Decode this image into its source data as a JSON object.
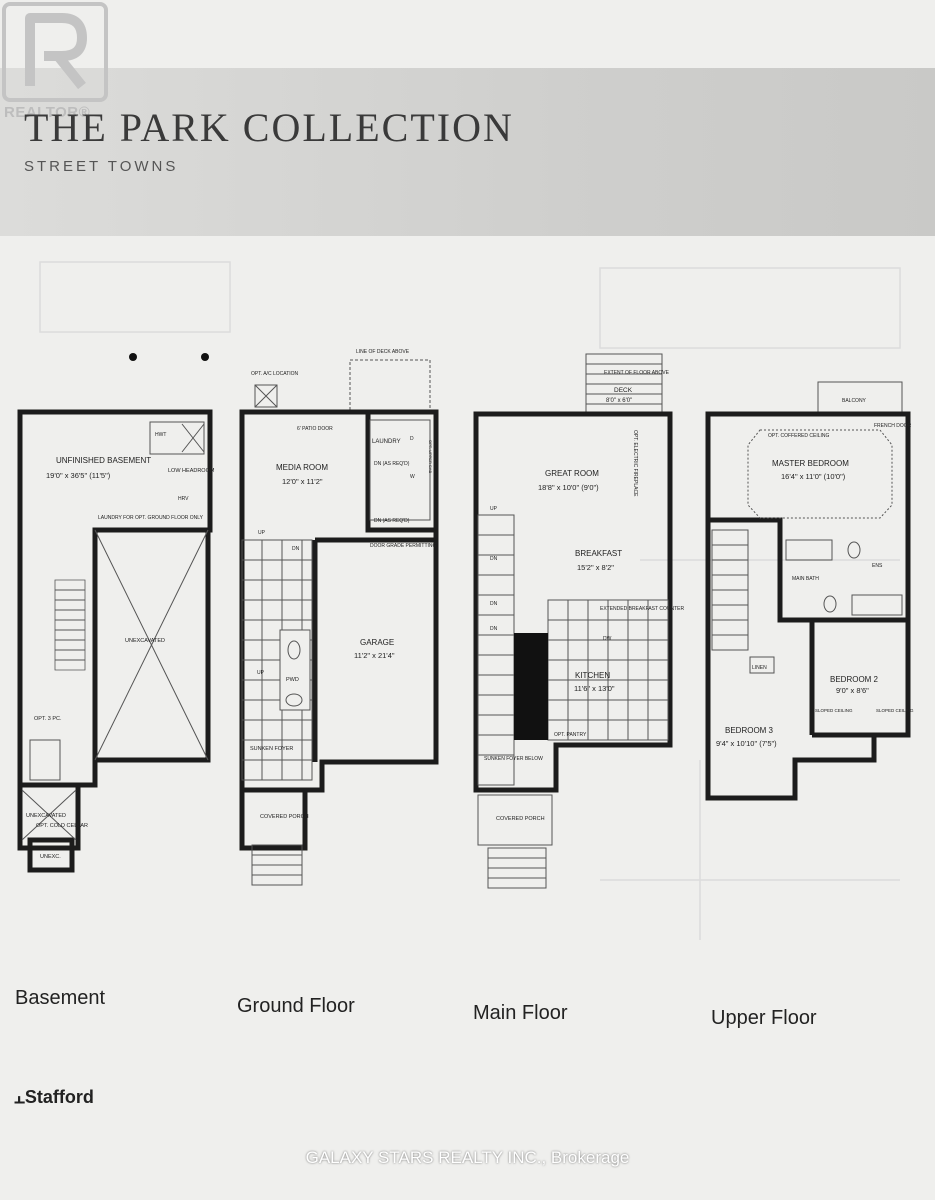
{
  "header": {
    "title": "THE PARK COLLECTION",
    "subtitle": "STREET TOWNS",
    "realtor_logo_text": "REALTOR®"
  },
  "floors": [
    {
      "label": "Basement",
      "rooms": [
        {
          "name": "UNFINISHED BASEMENT",
          "dims": "19'0\" x 36'5\" (11'5\")"
        },
        {
          "name": "LAUNDRY FOR OPT. GROUND FLOOR ONLY"
        },
        {
          "name": "LOW HEADROOM"
        },
        {
          "name": "UNEXCAVATED"
        },
        {
          "name": "OPT. 3 PC."
        },
        {
          "name": "UNEXCAVATED"
        },
        {
          "name": "OPT. COLD CELLAR"
        },
        {
          "name": "UNEXC."
        }
      ],
      "tags": [
        "HWT",
        "HRV"
      ]
    },
    {
      "label": "Ground Floor",
      "rooms": [
        {
          "name": "MEDIA ROOM",
          "dims": "12'0\" x 11'2\""
        },
        {
          "name": "GARAGE",
          "dims": "11'2\" x 21'4\""
        },
        {
          "name": "LAUNDRY"
        },
        {
          "name": "SUNKEN FOYER"
        },
        {
          "name": "COVERED PORCH"
        },
        {
          "name": "PWD"
        }
      ],
      "notes": [
        "OPT. A/C LOCATION",
        "LINE OF DECK ABOVE",
        "6' PATIO DOOR",
        "DOOR GRADE PERMITTING",
        "DN (AS REQ'D)",
        "DN (AS REQ'D)",
        "OPT. UPPER CAB"
      ],
      "tags": [
        "UP",
        "DN",
        "UP",
        "D",
        "W"
      ]
    },
    {
      "label": "Main Floor",
      "rooms": [
        {
          "name": "GREAT ROOM",
          "dims": "18'8\" x 10'0\" (9'0\")"
        },
        {
          "name": "BREAKFAST",
          "dims": "15'2\" x 8'2\""
        },
        {
          "name": "KITCHEN",
          "dims": "11'6\" x 13'0\""
        },
        {
          "name": "DECK",
          "dims": "8'0\" x 6'0\""
        },
        {
          "name": "COVERED PORCH"
        }
      ],
      "notes": [
        "EXTENT OF FLOOR ABOVE",
        "OPT. ELECTRIC FIREPLACE",
        "EXTENDED BREAKFAST COUNTER",
        "OPT. PANTRY",
        "SUNKEN FOYER BELOW"
      ],
      "tags": [
        "UP",
        "DN",
        "DN",
        "DN",
        "DW"
      ]
    },
    {
      "label": "Upper Floor",
      "rooms": [
        {
          "name": "MASTER BEDROOM",
          "dims": "16'4\" x 11'0\" (10'0\")"
        },
        {
          "name": "BEDROOM 2",
          "dims": "9'0\" x 8'6\""
        },
        {
          "name": "BEDROOM 3",
          "dims": "9'4\" x 10'10\" (7'5\")"
        },
        {
          "name": "MAIN BATH"
        },
        {
          "name": "BALCONY"
        },
        {
          "name": "LINEN"
        },
        {
          "name": "SLOPED CEILING"
        },
        {
          "name": "SLOPED CEILING"
        }
      ],
      "notes": [
        "OPT. COFFERED CEILING",
        "FRENCH DOOR"
      ],
      "tags": [
        "ENS"
      ]
    }
  ],
  "footer": {
    "brand": "Stafford",
    "watermark": "GALAXY STARS REALTY INC., Brokerage"
  },
  "colors": {
    "wall": "#1c1c1c",
    "header_band": "#d2d2d0",
    "background": "#efefed"
  }
}
